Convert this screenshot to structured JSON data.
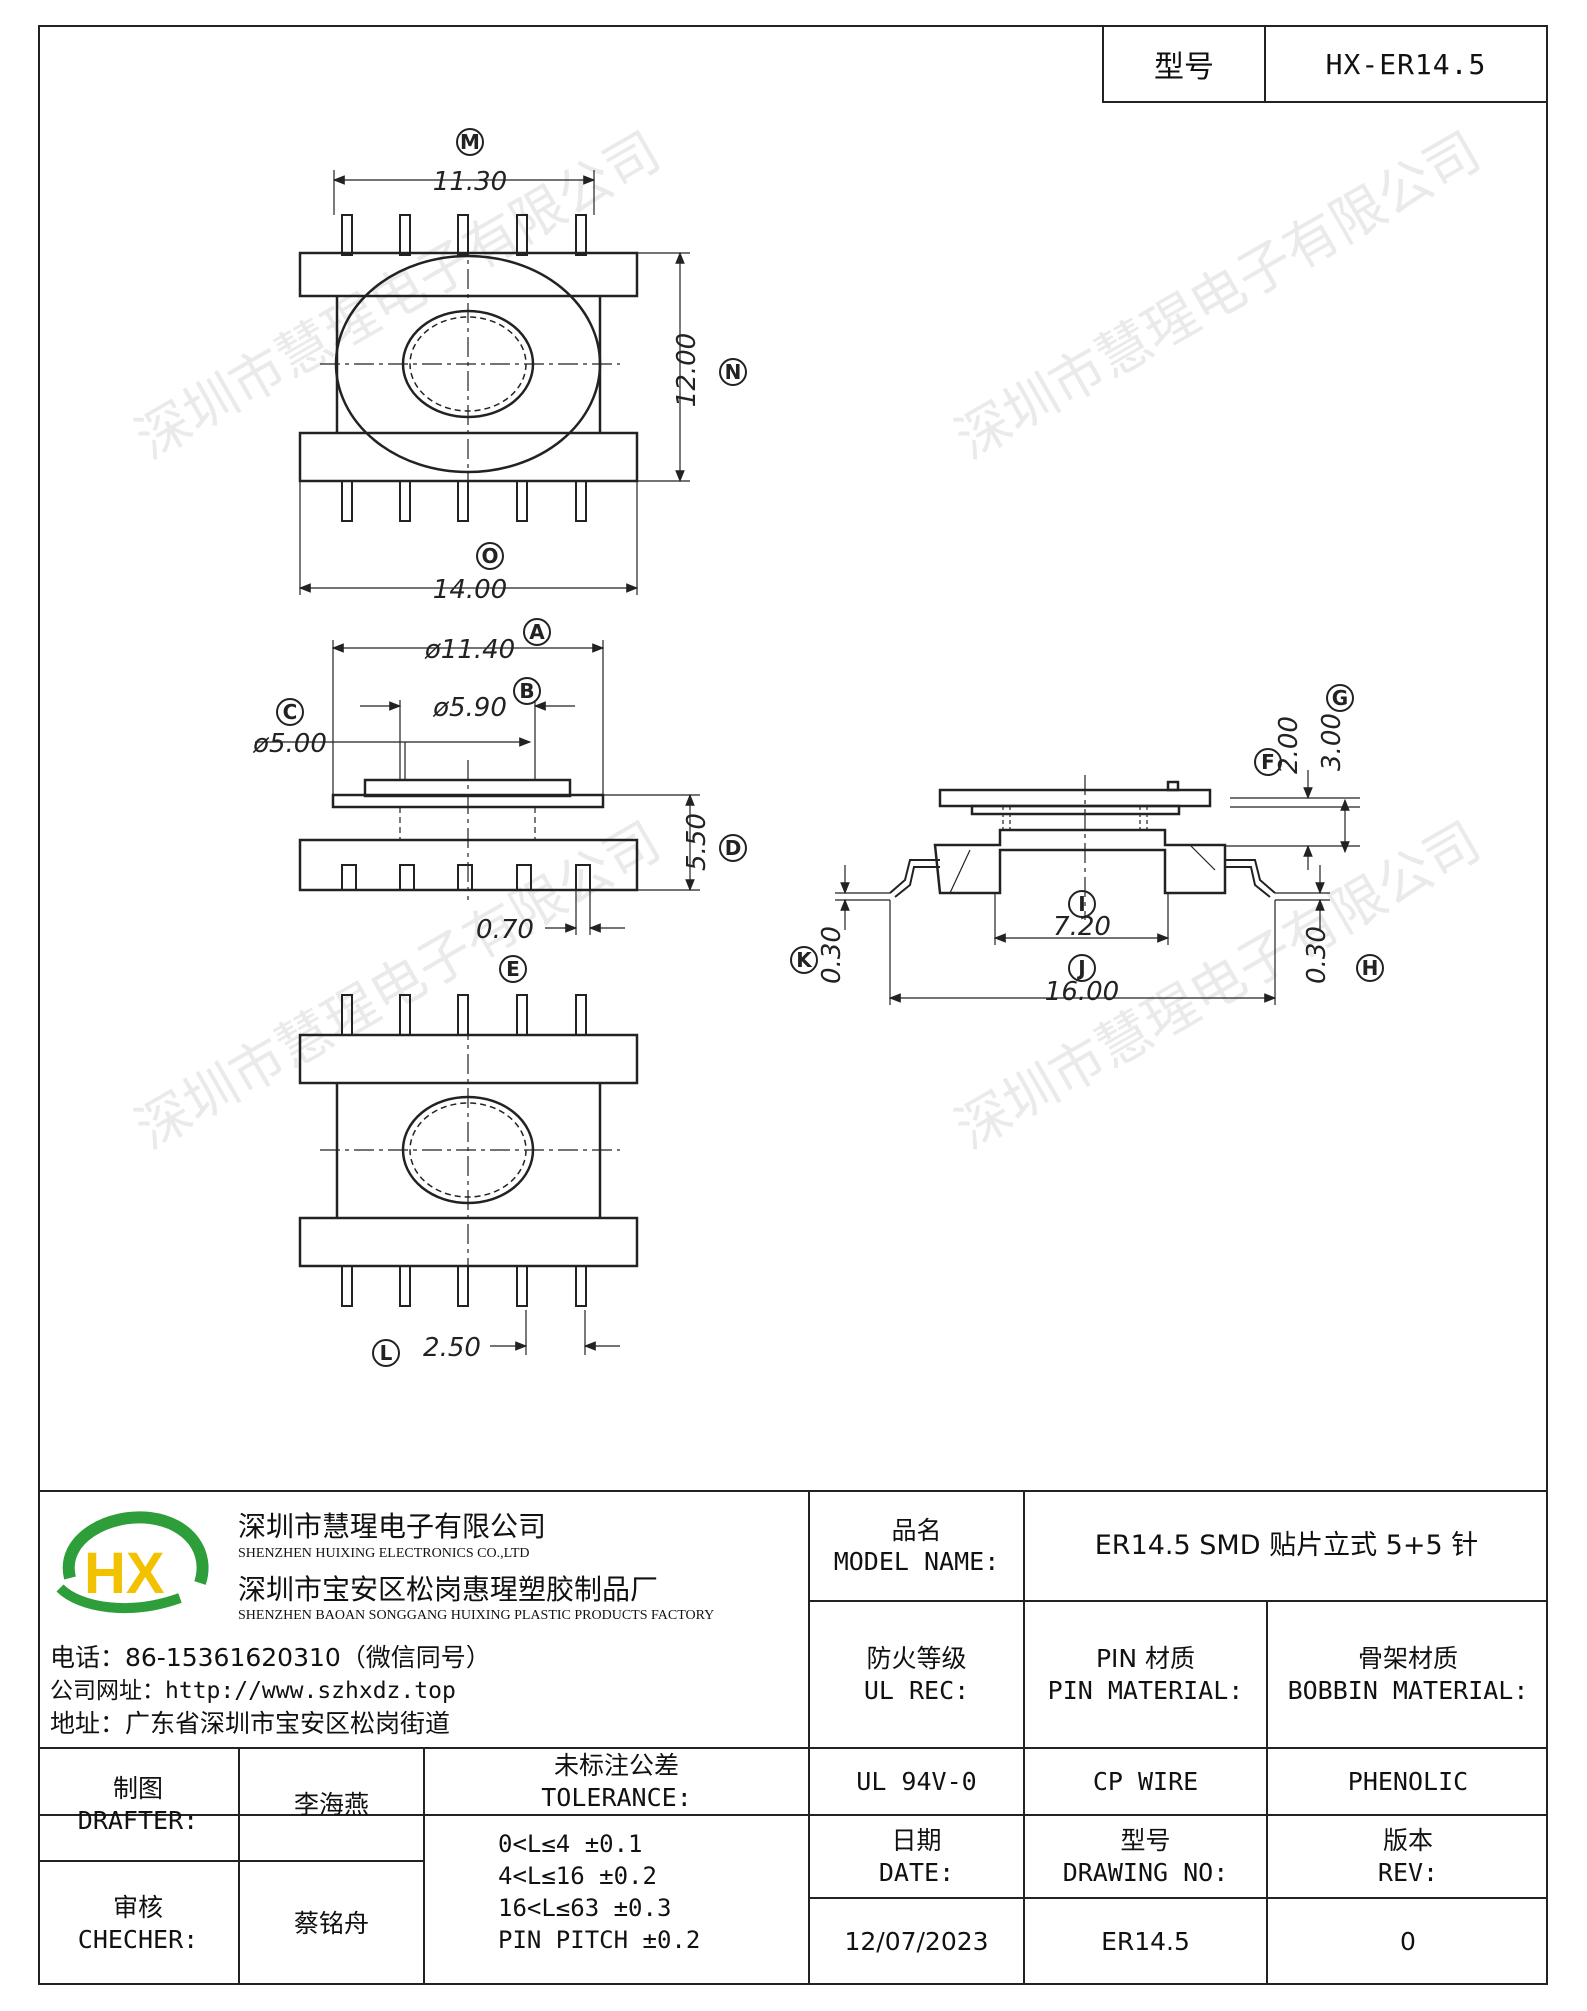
{
  "header": {
    "model_label": "型号",
    "model_value": "HX-ER14.5"
  },
  "drawing": {
    "dims": {
      "M": "11.30",
      "N": "12.00",
      "O": "14.00",
      "A": "ø11.40",
      "B": "ø5.90",
      "C": "ø5.00",
      "D": "5.50",
      "E": "0.70",
      "F": "2.00",
      "G": "3.00",
      "I": "7.20",
      "J": "16.00",
      "K": "0.30",
      "H": "0.30",
      "L": "2.50"
    },
    "markers": [
      "M",
      "N",
      "O",
      "A",
      "B",
      "C",
      "D",
      "E",
      "F",
      "G",
      "H",
      "I",
      "J",
      "K",
      "L"
    ],
    "watermark": "深圳市慧瑆电子有限公司"
  },
  "company": {
    "logo_text": "HX",
    "name_cn": "深圳市慧瑆电子有限公司",
    "name_en": "SHENZHEN HUIXING ELECTRONICS CO.,LTD",
    "factory_cn": "深圳市宝安区松岗惠瑆塑胶制品厂",
    "factory_en": "SHENZHEN BAOAN SONGGANG HUIXING PLASTIC PRODUCTS FACTORY",
    "phone": "电话：86-15361620310（微信同号）",
    "website": "公司网址：http://www.szhxdz.top",
    "address": "地址：广东省深圳市宝安区松岗街道"
  },
  "title_block": {
    "model_name_cn": "品名",
    "model_name_en": "MODEL NAME:",
    "model_name_value": "ER14.5 SMD 贴片立式 5+5 针",
    "ul_cn": "防火等级",
    "ul_en": "UL REC:",
    "pin_cn": "PIN 材质",
    "pin_en": "PIN MATERIAL:",
    "bobbin_cn": "骨架材质",
    "bobbin_en": "BOBBIN MATERIAL:",
    "ul_value": "UL 94V-0",
    "pin_value": "CP WIRE",
    "bobbin_value": "PHENOLIC",
    "drafter_cn": "制图",
    "drafter_en": "DRAFTER:",
    "drafter_name": "李海燕",
    "checker_cn": "审核",
    "checker_en": "CHECHER:",
    "checker_name": "蔡铭舟",
    "tolerance_cn": "未标注公差",
    "tolerance_en": "TOLERANCE:",
    "tolerance_lines": [
      "0<L≤4  ±0.1",
      "4<L≤16 ±0.2",
      "16<L≤63 ±0.3",
      "PIN PITCH ±0.2"
    ],
    "date_cn": "日期",
    "date_en": "DATE:",
    "date_value": "12/07/2023",
    "drawing_no_cn": "型号",
    "drawing_no_en": "DRAWING NO:",
    "drawing_no_value": "ER14.5",
    "rev_cn": "版本",
    "rev_en": "REV:",
    "rev_value": "0"
  }
}
